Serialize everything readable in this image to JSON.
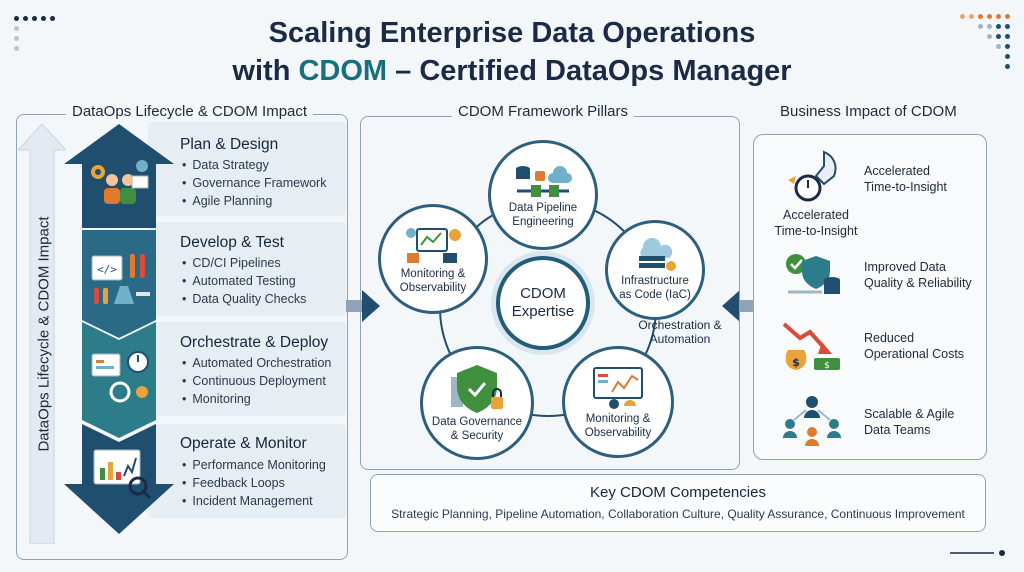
{
  "title": {
    "line1": "Scaling Enterprise Data Operations",
    "line2_prefix": "with ",
    "line2_accent": "CDOM",
    "line2_suffix": " – Certified DataOps Manager"
  },
  "lifecycle": {
    "header": "DataOps Lifecycle & CDOM Impact",
    "side_label": "DataOps Lifecycle & CDOM Impact",
    "stages": [
      {
        "title": "Plan & Design",
        "bullets": [
          "Data Strategy",
          "Governance Framework",
          "Agile Planning"
        ]
      },
      {
        "title": "Develop & Test",
        "bullets": [
          "CD/CI Pipelines",
          "Automated Testing",
          "Data Quality Checks"
        ]
      },
      {
        "title": "Orchestrate & Deploy",
        "bullets": [
          "Automated Orchestration",
          "Continuous Deployment",
          "Monitoring"
        ]
      },
      {
        "title": "Operate & Monitor",
        "bullets": [
          "Performance Monitoring",
          "Feedback Loops",
          "Incident Management"
        ]
      }
    ]
  },
  "framework": {
    "header": "CDOM Framework Pillars",
    "core": [
      "CDOM",
      "Expertise"
    ],
    "pillars": [
      {
        "lines": [
          "Data Pipeline",
          "Engineering"
        ]
      },
      {
        "lines": [
          "Infrastructure",
          "as Code (IaC)"
        ]
      },
      {
        "lines": [
          "Monitoring &",
          "Observability"
        ]
      },
      {
        "lines": [
          "Data Governance",
          "& Security"
        ]
      },
      {
        "lines": [
          "Monitoring &",
          "Observability"
        ]
      }
    ],
    "orchestration_label": [
      "Orchestration &",
      "Automation"
    ]
  },
  "impact": {
    "header": "Business Impact of CDOM",
    "items": [
      {
        "lines": [
          "Accelerated",
          "Time-to-Insight"
        ]
      },
      {
        "lines": [
          "Improved Data",
          "Quality & Reliability"
        ]
      },
      {
        "lines": [
          "Reduced",
          "Operational Costs"
        ]
      },
      {
        "lines": [
          "Scalable & Agile",
          "Data Teams"
        ]
      }
    ],
    "extra_caption": [
      "Accelerated",
      "Time-to-Insight"
    ]
  },
  "competencies": {
    "title": "Key CDOM Competencies",
    "items": "Strategic Planning, Pipeline Automation, Collaboration Culture, Quality Assurance, Continuous Improvement"
  },
  "colors": {
    "navy": "#1b2b45",
    "teal": "#1a6f7e",
    "dark_blue": "#1f4e6e",
    "green": "#3f8f3f",
    "orange": "#e07a2e",
    "frame": "#8ea3b8"
  }
}
